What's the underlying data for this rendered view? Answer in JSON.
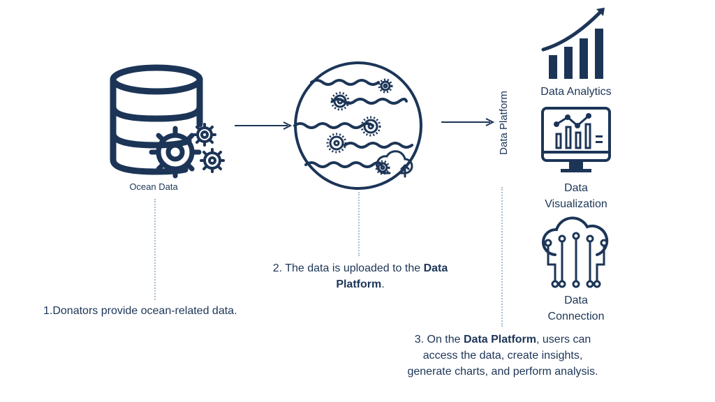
{
  "diagram": {
    "nodes": {
      "source": {
        "label": "Ocean Data",
        "icon": "database-gears-icon"
      },
      "platform": {
        "icon": "ocean-waves-globe-icon"
      },
      "platform_vertical_label": "Data Platform",
      "outputs": [
        {
          "label": "Data Analytics",
          "icon": "bar-chart-growth-icon"
        },
        {
          "label_line1": "Data",
          "label_line2": "Visualization",
          "icon": "monitor-chart-icon"
        },
        {
          "label_line1": "Data",
          "label_line2": "Connection",
          "icon": "cloud-network-icon"
        }
      ]
    },
    "steps": {
      "step1": {
        "text": "1.Donators provide ocean-related data."
      },
      "step2": {
        "prefix": "2. The data is uploaded to the ",
        "bold": "Data Platform",
        "suffix": "."
      },
      "step3": {
        "prefix": "3. On the ",
        "bold": "Data Platform",
        "suffix": ", users can",
        "line2": "access the data, create insights,",
        "line3": "generate charts, and perform analysis."
      }
    },
    "colors": {
      "primary": "#1c3557",
      "dotted_connector": "#a9bdd0"
    }
  }
}
